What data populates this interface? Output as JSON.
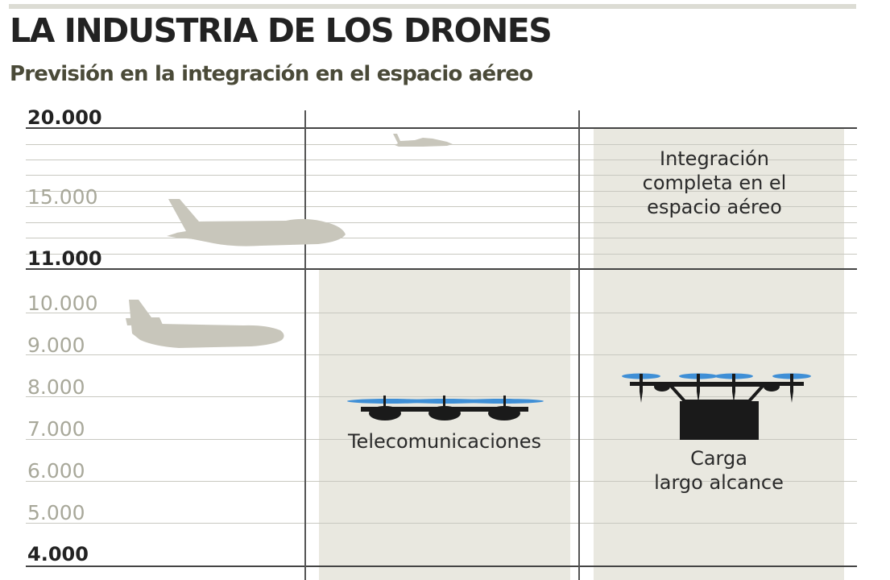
{
  "header": {
    "title": "LA INDUSTRIA DE LOS DRONES",
    "subtitle": "Previsión en la integración en el espacio aéreo"
  },
  "axis": {
    "ticks": [
      "20.000",
      "15.000",
      "11.000",
      "10.000",
      "9.000",
      "8.000",
      "7.000",
      "6.000",
      "5.000",
      "4.000"
    ],
    "major_ticks": [
      "20.000",
      "11.000",
      "4.000"
    ]
  },
  "columns": {
    "telecom": {
      "label": "Telecomunicaciones"
    },
    "cargo": {
      "label_line1": "Carga",
      "label_line2": "largo alcance"
    },
    "integration": {
      "line1": "Integración",
      "line2": "completa en el",
      "line3": "espacio aéreo"
    }
  },
  "icons": [
    "fighter-jet-icon",
    "jumbo-jet-icon",
    "trijet-airliner-icon",
    "solar-drone-icon",
    "cargo-drone-icon"
  ],
  "colors": {
    "panel": "#e9e8e0",
    "aircraft_silhouette": "#c8c6bb",
    "rotor_blue": "#3f8fd6",
    "drone_body": "#1a1a1a",
    "text_major": "#222222",
    "text_minor": "#a8a89a"
  }
}
